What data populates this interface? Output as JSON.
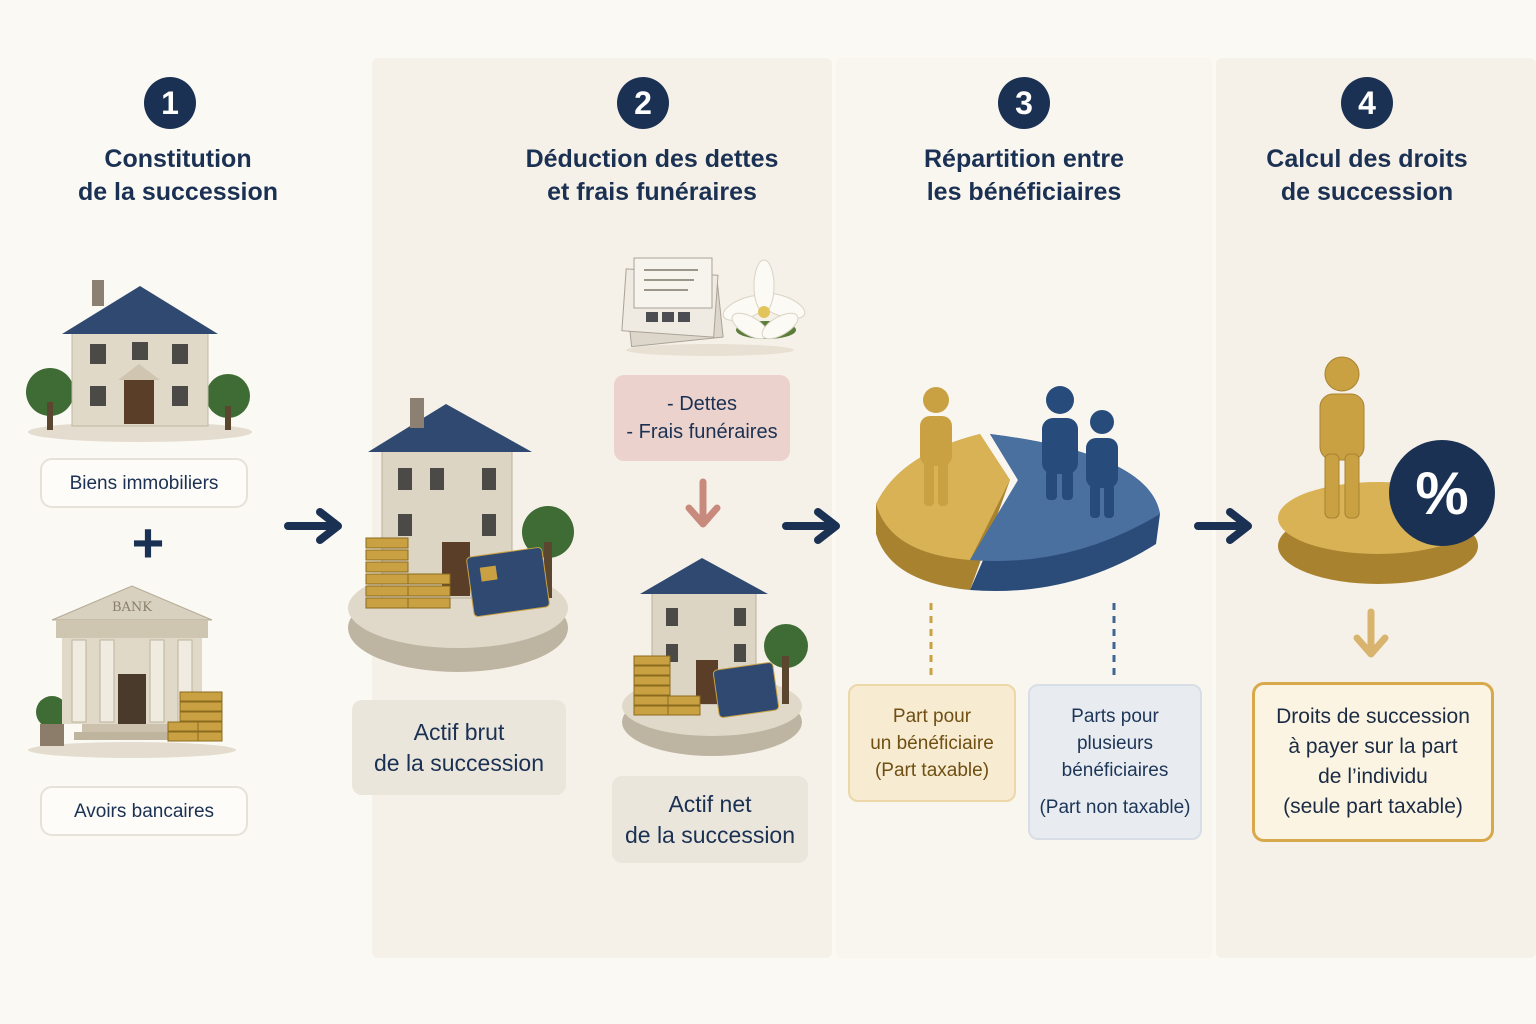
{
  "steps": [
    {
      "number": "1",
      "title_line1": "Constitution",
      "title_line2": "de la succession"
    },
    {
      "number": "2",
      "title_line1": "Déduction des dettes",
      "title_line2": "et frais funéraires"
    },
    {
      "number": "3",
      "title_line1": "Répartition entre",
      "title_line2": "les bénéficiaires"
    },
    {
      "number": "4",
      "title_line1": "Calcul des droits",
      "title_line2": "de succession"
    }
  ],
  "step1": {
    "real_estate_label": "Biens immobiliers",
    "plus_sign": "+",
    "bank_sign": "BANK",
    "bank_accounts_label": "Avoirs bancaires"
  },
  "step2": {
    "gross_assets_line1": "Actif brut",
    "gross_assets_line2": "de la succession",
    "deduction_line1": "- Dettes",
    "deduction_line2": "- Frais funéraires",
    "net_assets_line1": "Actif net",
    "net_assets_line2": "de la succession"
  },
  "step3": {
    "single_share_line1": "Part pour",
    "single_share_line2": "un bénéficiaire",
    "single_share_line3": "(Part taxable)",
    "multi_share_line1": "Parts pour",
    "multi_share_line2": "plusieurs",
    "multi_share_line3": "bénéficiaires",
    "multi_share_line4": "(Part non taxable)"
  },
  "step4": {
    "percent_symbol": "%",
    "result_line1": "Droits de succession",
    "result_line2": "à payer sur la part",
    "result_line3": "de l’individu",
    "result_line4": "(seule part taxable)"
  },
  "colors": {
    "navy": "#1b3153",
    "gold": "#c9a143",
    "steel_blue": "#3f6592",
    "pink": "#ecd2cc",
    "deduct_arrow": "#c98a7e"
  }
}
